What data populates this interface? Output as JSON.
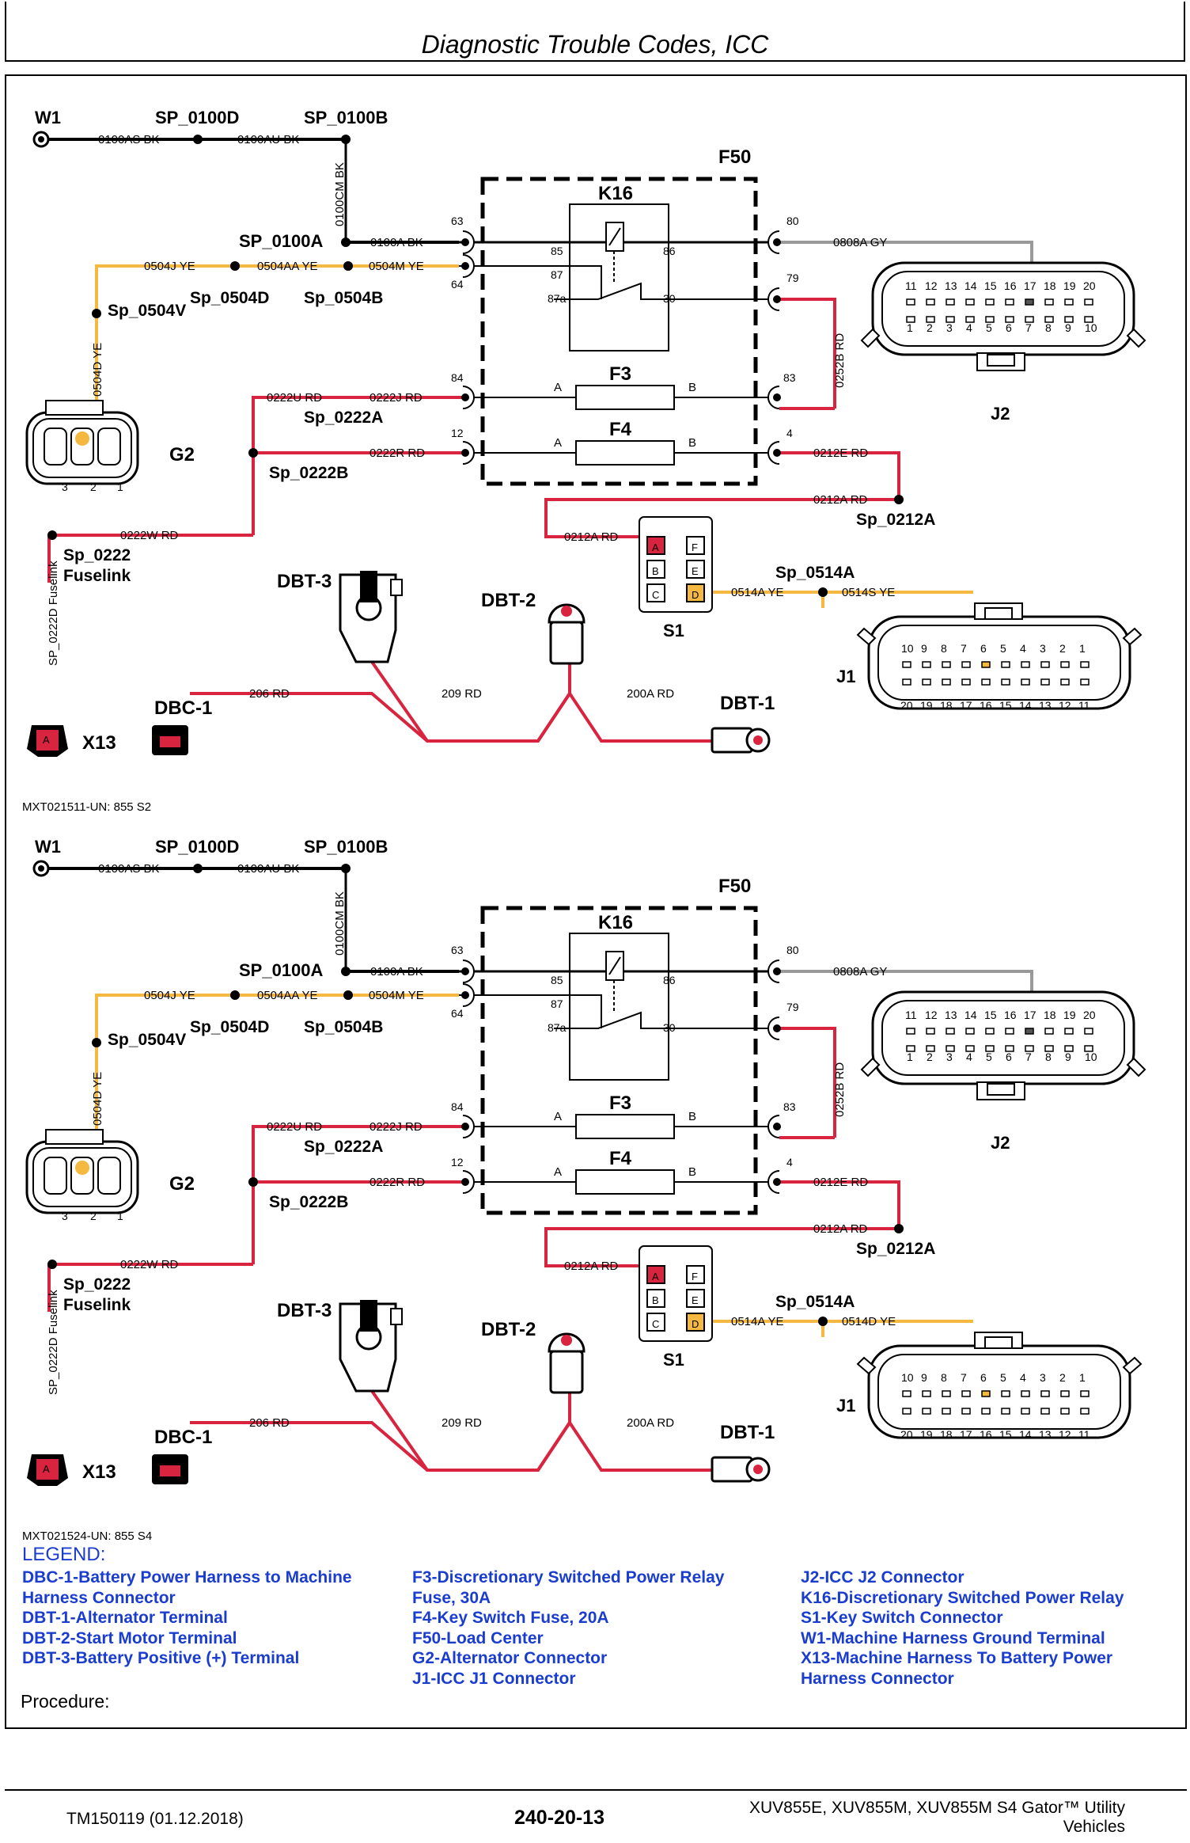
{
  "header": {
    "title": "Diagnostic Trouble Codes, ICC"
  },
  "diagram": {
    "w1": "W1",
    "sp0100d": "SP_0100D",
    "sp0100b": "SP_0100B",
    "sp0100a": "SP_0100A",
    "w_0100as": "0100AS BK",
    "w_0100au": "0100AU BK",
    "w_0100cm": "0100CM BK",
    "w_0100a": "0100A BK",
    "f50": "F50",
    "k16": "K16",
    "p63": "63",
    "p64": "64",
    "p85": "85",
    "p86": "86",
    "p87": "87",
    "p87a": "87a",
    "p30": "30",
    "p80": "80",
    "p79": "79",
    "p84": "84",
    "p83": "83",
    "p12": "12",
    "p4": "4",
    "w_0808a": "0808A GY",
    "w_0504j": "0504J YE",
    "w_0504aa": "0504AA YE",
    "w_0504m": "0504M YE",
    "sp0504v": "Sp_0504V",
    "sp0504d": "Sp_0504D",
    "sp0504b": "Sp_0504B",
    "w_0504d": "0504D YE",
    "w_0252b": "0252B RD",
    "f3": "F3",
    "f4": "F4",
    "a": "A",
    "b": "B",
    "w_0222u": "0222U RD",
    "w_0222j": "0222J RD",
    "sp0222a": "Sp_0222A",
    "w_0222r": "0222R RD",
    "sp0222b": "Sp_0222B",
    "w_0212e": "0212E RD",
    "w_0212a_top": "0212A RD",
    "sp0212a": "Sp_0212A",
    "w_0212a": "0212A RD",
    "g2": "G2",
    "g2pins": [
      "3",
      "2",
      "1"
    ],
    "w_0222w": "0222W RD",
    "sp0222": "Sp_0222",
    "fuselink": "Fuselink",
    "w_0222d": "SP_0222D Fuselink",
    "s1": "S1",
    "s1pins": [
      "A",
      "B",
      "C",
      "F",
      "E",
      "D"
    ],
    "sp0514a": "Sp_0514A",
    "w_0514a": "0514A YE",
    "w_0514s_1": "0514S YE",
    "w_0514s_2": "0514D YE",
    "j2": "J2",
    "j2top": [
      "11",
      "12",
      "13",
      "14",
      "15",
      "16",
      "17",
      "18",
      "19",
      "20"
    ],
    "j2bot": [
      "1",
      "2",
      "3",
      "4",
      "5",
      "6",
      "7",
      "8",
      "9",
      "10"
    ],
    "j1": "J1",
    "j1top": [
      "10",
      "9",
      "8",
      "7",
      "6",
      "5",
      "4",
      "3",
      "2",
      "1"
    ],
    "j1bot": [
      "20",
      "19",
      "18",
      "17",
      "16",
      "15",
      "14",
      "13",
      "12",
      "11"
    ],
    "dbt3": "DBT-3",
    "dbt2": "DBT-2",
    "dbt1": "DBT-1",
    "dbc1": "DBC-1",
    "x13": "X13",
    "x13pin": "A",
    "w_206": "206 RD",
    "w_209": "209 RD",
    "w_200a": "200A RD",
    "colors": {
      "red": "#d9243f",
      "yellow": "#f5b942",
      "gray": "#999999"
    }
  },
  "figure_ids": [
    "MXT021511-UN: 855 S2",
    "MXT021524-UN: 855 S4"
  ],
  "legend": {
    "title": "LEGEND:",
    "col1": [
      "DBC-1-Battery Power Harness to Machine",
      "Harness Connector",
      "DBT-1-Alternator Terminal",
      "DBT-2-Start Motor Terminal",
      "DBT-3-Battery Positive (+) Terminal"
    ],
    "col2": [
      "F3-Discretionary Switched Power Relay",
      "Fuse, 30A",
      "F4-Key Switch Fuse, 20A",
      "F50-Load Center",
      "G2-Alternator Connector",
      "J1-ICC J1 Connector"
    ],
    "col3": [
      "J2-ICC J2 Connector",
      "K16-Discretionary Switched Power Relay",
      "S1-Key Switch Connector",
      "W1-Machine Harness Ground Terminal",
      "X13-Machine Harness To Battery Power",
      "Harness Connector"
    ]
  },
  "procedure": "Procedure:",
  "footer": {
    "left": "TM150119 (01.12.2018)",
    "center": "240-20-13",
    "right_line1": "XUV855E, XUV855M, XUV855M S4 Gator™ Utility",
    "right_line2": "Vehicles"
  }
}
